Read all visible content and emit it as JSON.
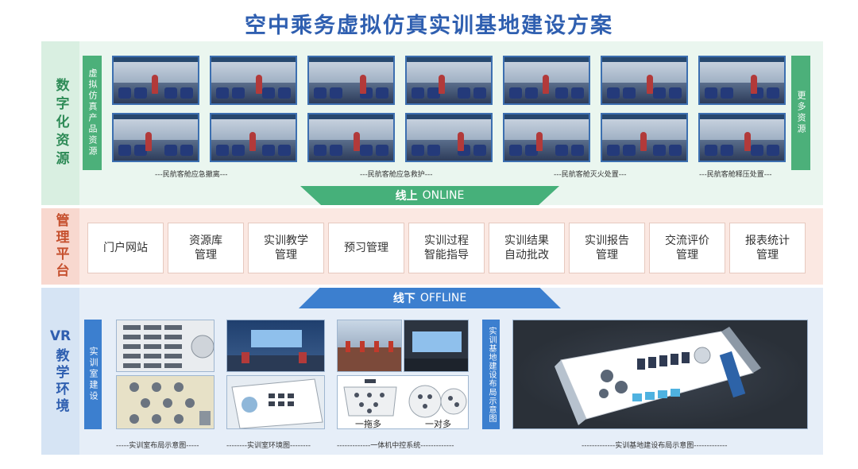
{
  "title": "空中乘务虚拟仿真实训基地建设方案",
  "digital": {
    "label": "数字化资源",
    "left_tab": "虚拟仿真产品资源",
    "right_tab": "更多资源",
    "captions": [
      "---民航客舱应急撤离---",
      "---民航客舱应急救护---",
      "---民航客舱灭火处置---",
      "---民航客舱释压处置---"
    ]
  },
  "online": {
    "cn": "线上",
    "en": "ONLINE"
  },
  "management": {
    "label": "管理平台",
    "items": [
      "门户网站",
      "资源库\n管理",
      "实训教学\n管理",
      "预习管理",
      "实训过程\n智能指导",
      "实训结果\n自动批改",
      "实训报告\n管理",
      "交流评价\n管理",
      "报表统计\n管理"
    ]
  },
  "offline": {
    "cn": "线下",
    "en": "OFFLINE"
  },
  "vr": {
    "label_line1": "VR",
    "label_line2": "教学环境",
    "left_tab": "实训室建设",
    "mid_tab": "实训基地建设布局示意图",
    "one_to_many": "一拖多",
    "one_to_one": "一对多",
    "captions": [
      "-----实训室布局示意图-----",
      "--------实训室环境图--------",
      "-------------一体机中控系统-------------",
      "-------------实训基地建设布局示意图-------------"
    ]
  },
  "colors": {
    "title": "#2f5fb0",
    "green": "#46b07a",
    "pink": "#c6512f",
    "blue": "#3c7fcf"
  }
}
